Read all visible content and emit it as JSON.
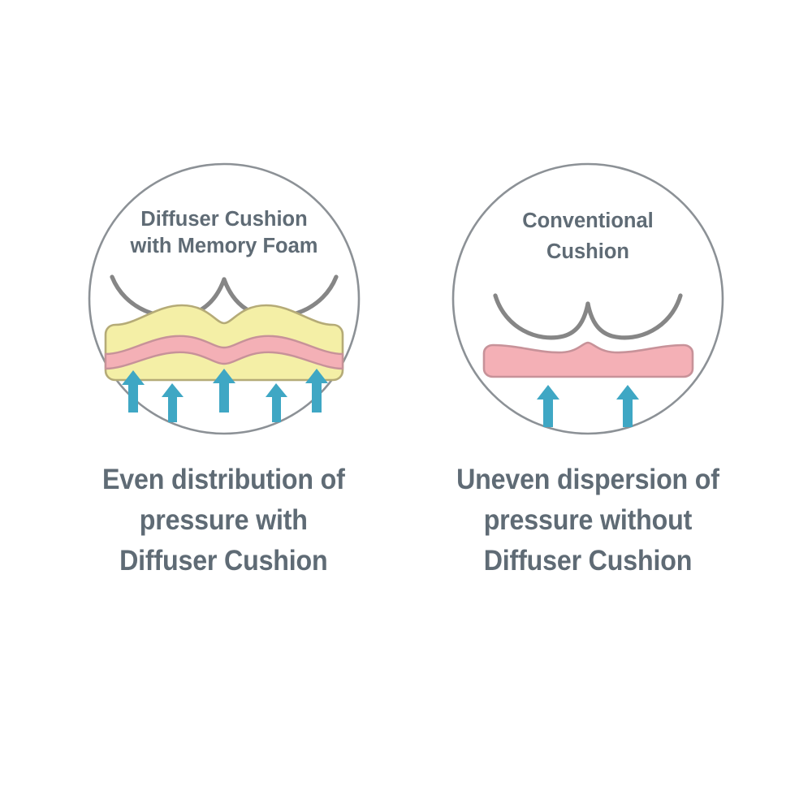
{
  "meta": {
    "diagram_title": "Diffuser Cushion pressure distribution comparison",
    "background_color": "#ffffff"
  },
  "colors": {
    "circle_outline": "#8c9196",
    "text": "#5f6b75",
    "body_curve": "#868686",
    "foam_yellow": "#f4efa6",
    "foam_yellow_outline": "#b5ab77",
    "gel_pink": "#f4b0b6",
    "gel_pink_outline": "#c79299",
    "arrow_blue": "#3fa7c4"
  },
  "panels": [
    {
      "id": "diffuser",
      "circle_label": "Diffuser Cushion\nwith Memory Foam",
      "circle_label_lines": [
        "Diffuser Cushion",
        "with Memory Foam"
      ],
      "caption": "Even distribution of\npressure with\nDiffuser Cushion",
      "caption_lines": [
        "Even distribution of",
        "pressure with",
        "Diffuser Cushion"
      ],
      "arrow_count": 5,
      "arrow_sizes": [
        "tall",
        "short",
        "tall",
        "short",
        "tall"
      ],
      "layers": [
        "foam_yellow_top",
        "gel_pink_middle",
        "foam_yellow_bottom"
      ],
      "cushion_shape": "wavy-contoured"
    },
    {
      "id": "conventional",
      "circle_label": "Conventional\nCushion",
      "circle_label_lines": [
        "Conventional",
        "Cushion"
      ],
      "caption": "Uneven dispersion of\npressure without\nDiffuser Cushion",
      "caption_lines": [
        "Uneven dispersion of",
        "pressure without",
        "Diffuser Cushion"
      ],
      "arrow_count": 2,
      "arrow_sizes": [
        "short",
        "short"
      ],
      "layers": [
        "gel_pink_slab"
      ],
      "cushion_shape": "flat-slab"
    }
  ]
}
